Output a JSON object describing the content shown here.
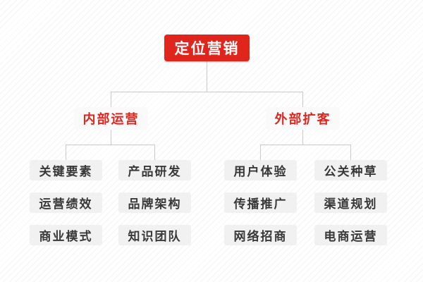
{
  "diagram_title": "定位营销",
  "colors": {
    "root_bg": "#e0251d",
    "root_text": "#ffffff",
    "branch_text": "#e0251d",
    "branch_bg": "#fafafa",
    "leaf_bg": "#f1f1f1",
    "leaf_text": "#383838",
    "connector_line": "#c9c9c9",
    "background_stripe": "#f4f4f4"
  },
  "tree": {
    "root": {
      "label": "定位营销"
    },
    "branches": [
      {
        "label": "内部运营",
        "children": [
          "关键要素",
          "产品研发",
          "运营绩效",
          "品牌架构",
          "商业模式",
          "知识团队"
        ]
      },
      {
        "label": "外部扩客",
        "children": [
          "用户体验",
          "公关种草",
          "传播推广",
          "渠道规划",
          "网络招商",
          "电商运营"
        ]
      }
    ]
  }
}
